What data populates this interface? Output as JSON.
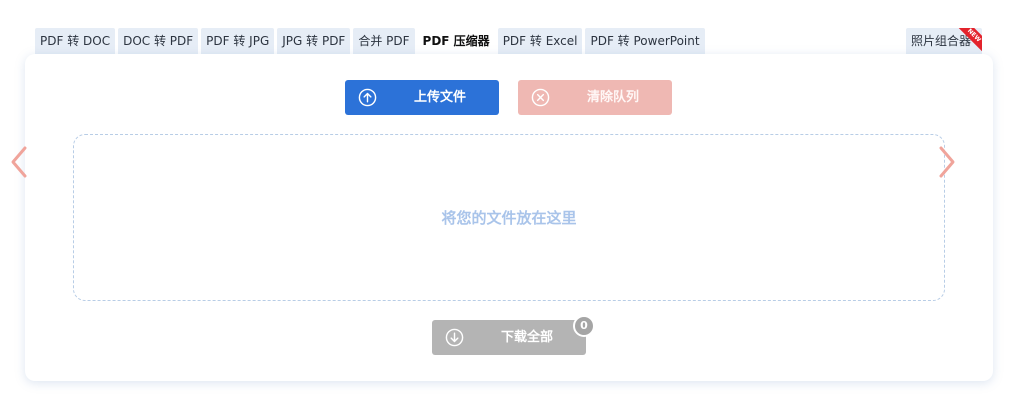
{
  "tabs": [
    {
      "label": "PDF 转 DOC",
      "active": false
    },
    {
      "label": "DOC 转 PDF",
      "active": false
    },
    {
      "label": "PDF 转 JPG",
      "active": false
    },
    {
      "label": "JPG 转 PDF",
      "active": false
    },
    {
      "label": "合并 PDF",
      "active": false
    },
    {
      "label": "PDF 压缩器",
      "active": true
    },
    {
      "label": "PDF 转 Excel",
      "active": false
    },
    {
      "label": "PDF 转 PowerPoint",
      "active": false
    }
  ],
  "right_tab": {
    "label": "照片组合器",
    "ribbon": "NEW"
  },
  "toolbar": {
    "upload_label": "上传文件",
    "clear_label": "清除队列"
  },
  "dropzone": {
    "text": "将您的文件放在这里"
  },
  "download": {
    "label": "下载全部",
    "count": "0"
  },
  "icons": {
    "upload": "arrow-up-circle-icon",
    "clear": "x-circle-icon",
    "download": "arrow-down-circle-icon",
    "prev": "chevron-left-icon",
    "next": "chevron-right-icon"
  },
  "colors": {
    "primary": "#2c72d8",
    "danger_disabled": "#efb8b3",
    "disabled": "#b4b4b4",
    "arrow": "#f0a49b",
    "tab_bg": "#e6edf6",
    "dropzone_text": "#a9c4ea"
  }
}
